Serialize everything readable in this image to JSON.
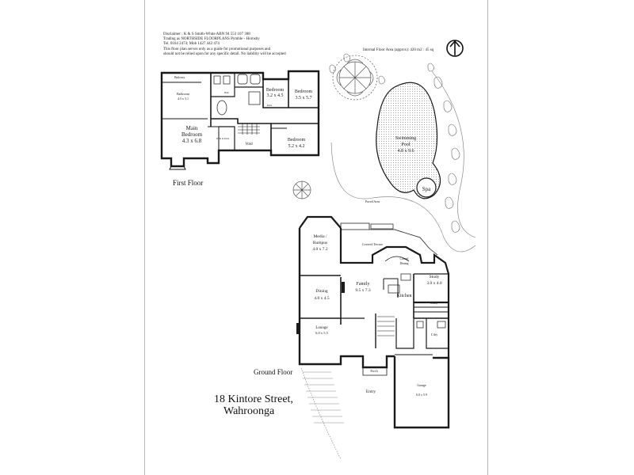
{
  "disclaimer": {
    "line1": "Disclaimer :              K & S Smith-White  ABN 94 553 107 308",
    "line2": "Trading as NORTHSIDE FLOORPLANS Pymble - Hornsby",
    "line3": "Tel. 0164 2474; Mob 1427 442 474",
    "line4": "This floor plan serves only as a guide for promotional purposes and",
    "line5": "should not be relied upon for any specific detail. No liability will be accepted"
  },
  "internal_area": "Internal Floor Area (approx): 420 m2 : 45 sq",
  "floors": {
    "first": "First Floor",
    "ground": "Ground Floor"
  },
  "address": {
    "line1": "18 Kintore Street,",
    "line2": "Wahroonga"
  },
  "rooms": {
    "balcony": "Balcony",
    "bathroom": "Bathroom",
    "bathroom_dims": "4.5 x 3.1",
    "main_bedroom": "Main",
    "main_bedroom_2": "Bedroom",
    "main_bedroom_dims": "4.3 x 6.8",
    "bedroom1": "Bedroom",
    "bedroom1_dims": "3.2 x 4.5",
    "bedroom2": "Bedroom",
    "bedroom2_dims": "3.5 x 5.7",
    "bedroom3": "Bedroom",
    "bedroom3_dims": "5.2 x 4.2",
    "void": "Void",
    "wir": "Walk in Robe",
    "robe": "Robe",
    "bath": "Bath",
    "swimming_pool": "Swimming",
    "swimming_pool_2": "Pool",
    "swimming_pool_dims": "4.8 x 9.6",
    "spa": "Spa",
    "paved_area": "Paved Area",
    "media": "Media /",
    "media_2": "Rumpus",
    "media_dims": "4.0 x 7.2",
    "covered_terrace": "Covered Terrace",
    "casual_dining": "Casual",
    "casual_dining_2": "Dining",
    "study": "Study",
    "study_dims": "3.0 x 4.0",
    "dining": "Dining",
    "dining_dims": "4.0 x 4.5",
    "family": "Family",
    "family_dims": "9.5 x 7.3",
    "kitchen": "Kitchen",
    "pantry": "Pantry",
    "lounge": "Lounge",
    "lounge_dims": "6.0 x 5.5",
    "porch": "Porch",
    "entry": "Entry",
    "laundry": "L'dry",
    "garage": "Garage",
    "garage_dims": "6.0 x 5.9"
  },
  "icons": {
    "north_arrow": "north-arrow-icon",
    "tree": "tree-icon",
    "shrub": "shrub-icon"
  },
  "colors": {
    "wall": "#1a1a1a",
    "sheet_border": "#b5b5b5",
    "vegetation": "#555555"
  }
}
